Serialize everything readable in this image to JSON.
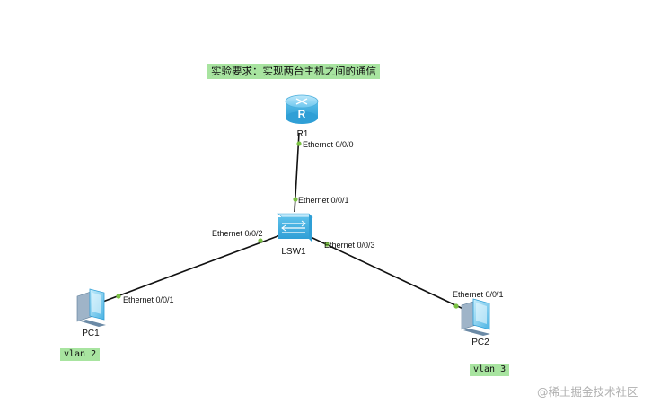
{
  "diagram": {
    "title": "实验要求：实现两台主机之间的通信",
    "devices": {
      "router": {
        "name": "R1",
        "icon": "router-icon"
      },
      "switch": {
        "name": "LSW1",
        "icon": "switch-icon"
      },
      "pc1": {
        "name": "PC1",
        "icon": "pc-icon"
      },
      "pc2": {
        "name": "PC2",
        "icon": "pc-icon"
      }
    },
    "ports": {
      "r1_e000": "Ethernet 0/0/0",
      "sw_e001": "Ethernet 0/0/1",
      "sw_e002": "Ethernet 0/0/2",
      "sw_e003": "Ethernet 0/0/3",
      "pc1_e001": "Ethernet 0/0/1",
      "pc2_e001": "Ethernet 0/0/1"
    },
    "vlans": {
      "pc1": "vlan 2",
      "pc2": "vlan 3"
    },
    "colors": {
      "link": "#111111",
      "port_dot": "#7ac143",
      "tag_background": "#a8e4a0",
      "device_blue": "#5cc0ea"
    }
  },
  "watermark": "@稀土掘金技术社区"
}
